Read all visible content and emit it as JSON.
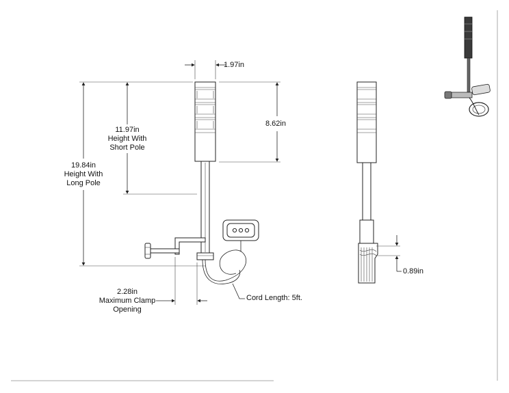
{
  "dimensions": {
    "top_width": "1.97in",
    "lamp_height": "8.62in",
    "short_pole_value": "11.97in",
    "short_pole_line1": "Height With",
    "short_pole_line2": "Short Pole",
    "long_pole_value": "19.84in",
    "long_pole_line1": "Height With",
    "long_pole_line2": "Long Pole",
    "clamp_value": "2.28in",
    "clamp_line1": "Maximum Clamp",
    "clamp_line2": "Opening",
    "cord_length": "Cord Length: 5ft.",
    "side_gap": "0.89in"
  },
  "colors": {
    "line": "#222222",
    "frame": "#999999",
    "thumb_dark": "#333333"
  }
}
